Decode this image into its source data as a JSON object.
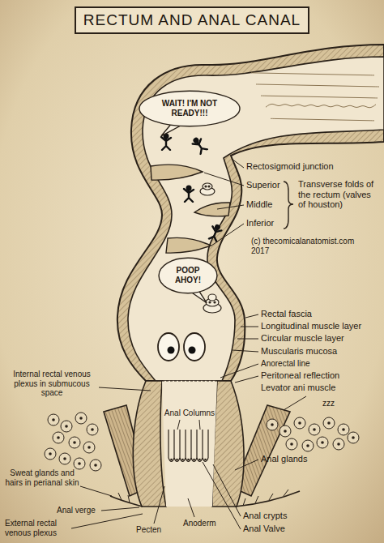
{
  "diagram": {
    "title": "RECTUM AND ANAL CANAL",
    "nodes": [
      {
        "text": [
          "WAIT! I'M NOT READY!!!"
        ]
      },
      {
        "text": [
          "POOP AHOY!"
        ]
      }
    ],
    "labels": [
      "Rectosigmoid junction",
      "Superior",
      "Transverse folds of the rectum (valves of houston)",
      "Middle",
      "Inferior",
      "(c) thecomicalanatomist.com 2017",
      "Rectal fascia",
      "Longitudinal muscle layer",
      "Circular muscle layer",
      "Muscularis mucosa",
      "Anorectal line",
      "Peritoneal reflection",
      "Levator ani muscle",
      "Internal rectal venous plexus in submucous space",
      "Anal Columns",
      "zzz",
      "Anal glands",
      "Sweat glands and hairs in perianal skin",
      "Anal verge",
      "External rectal venous plexus",
      "Pecten",
      "Anoderm",
      "Anal crypts",
      "Anal Valve"
    ]
  }
}
